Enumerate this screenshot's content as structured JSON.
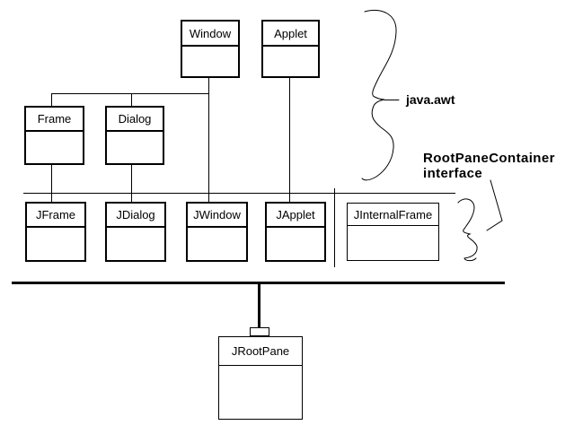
{
  "diagram": {
    "title_semantic": "Swing top-level container class hierarchy",
    "colors": {
      "background": "#ffffff",
      "line": "#000000",
      "box_fill": "#ffffff"
    },
    "labels": {
      "java_awt": "java.awt",
      "rootpane_line1": "RootPaneContainer",
      "rootpane_line2": "interface"
    },
    "boxes": [
      {
        "id": "window",
        "label": "Window"
      },
      {
        "id": "applet",
        "label": "Applet"
      },
      {
        "id": "frame",
        "label": "Frame"
      },
      {
        "id": "dialog",
        "label": "Dialog"
      },
      {
        "id": "jframe",
        "label": "JFrame"
      },
      {
        "id": "jdialog",
        "label": "JDialog"
      },
      {
        "id": "jwindow",
        "label": "JWindow"
      },
      {
        "id": "japplet",
        "label": "JApplet"
      },
      {
        "id": "jinternalframe",
        "label": "JInternalFrame"
      },
      {
        "id": "jrootpane",
        "label": "JRootPane"
      }
    ]
  }
}
